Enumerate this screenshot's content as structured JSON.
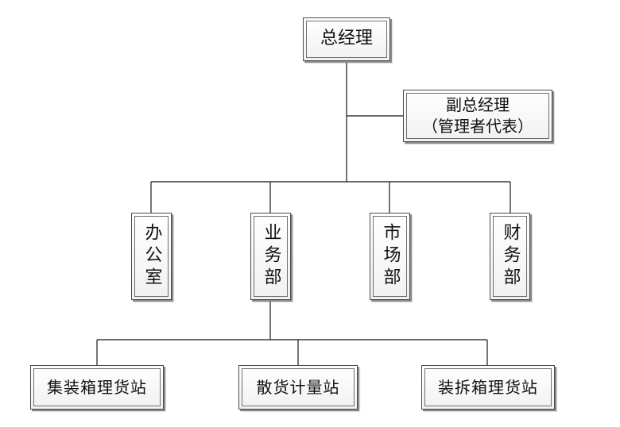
{
  "diagram": {
    "nodes": {
      "gm": "总经理",
      "deputy": "副总经理\n（管理者代表）",
      "office": "办公室",
      "business": "业务部",
      "market": "市场部",
      "finance": "财务部",
      "container_yard": "集装箱理货站",
      "bulk_station": "散货计量站",
      "unpack_station": "装拆箱理货站"
    },
    "colors": {
      "line": "#3a3a3a",
      "border": "#4a4a4a",
      "text": "#111111"
    }
  }
}
